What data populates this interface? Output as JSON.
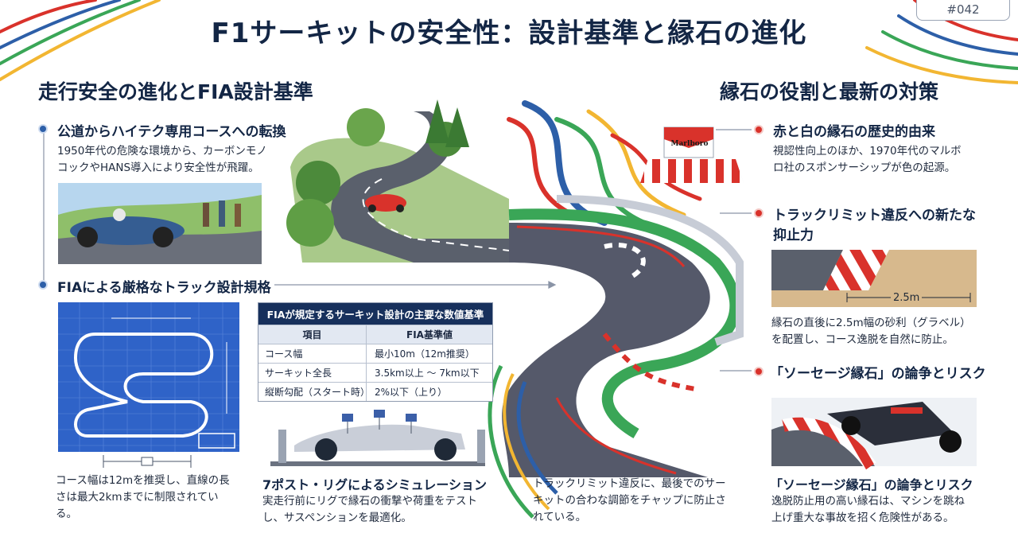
{
  "header": {
    "title": "F1サーキットの安全性：設計基準と縁石の進化",
    "badge": "#042"
  },
  "left": {
    "heading": "走行安全の進化とFIA設計基準",
    "item1": {
      "title": "公道からハイテク専用コースへの転換",
      "text1": "1950年代の危険な環境から、カーボンモノ",
      "text2": "コックやHANS導入により安全性が飛躍。"
    },
    "item2": {
      "title": "FIAによる厳格なトラック設計規格"
    },
    "blueprint_caption": {
      "line1": "コース幅は12mを推奨し、直線の長",
      "line2": "さは最大2kmまでに制限されてい",
      "line3": "る。"
    },
    "table": {
      "caption": "FIAが規定するサーキット設計の主要な数値基準",
      "head": [
        "項目",
        "FIA基準値"
      ],
      "rows": [
        [
          "コース幅",
          "最小10m（12m推奨）"
        ],
        [
          "サーキット全長",
          "3.5km以上 ～ 7km以下"
        ],
        [
          "縦断勾配（スタート時）",
          "2%以下（上り）"
        ]
      ]
    },
    "rig": {
      "title": "7ポスト・リグによるシミュレーション",
      "line1": "実走行前にリグで縁石の衝撃や荷重をテスト",
      "line2": "し、サスペンションを最適化。"
    }
  },
  "center": {
    "caption": {
      "line1": "トラックリミット違反に、最後でのサー",
      "line2": "キットの合わな調節をチャップに防止さ",
      "line3": "れている。"
    }
  },
  "right": {
    "heading": "縁石の役割と最新の対策",
    "brand_sign": "Marlboro",
    "item1": {
      "title": "赤と白の縁石の歴史的由来",
      "text1": "視認性向上のほか、1970年代のマルボ",
      "text2": "ロ社のスポンサーシップが色の起源。"
    },
    "item2": {
      "title1": "トラックリミット違反への新たな",
      "title2": "抑止力",
      "measure": "2.5m",
      "text1": "縁石の直後に2.5m幅の砂利（グラベル）",
      "text2": "を配置し、コース逸脱を自然に防止。"
    },
    "item3": {
      "title": "「ソーセージ縁石」の論争とリスク"
    },
    "item4": {
      "title": "「ソーセージ縁石」の論争とリスク",
      "text1": "逸脱防止用の高い縁石は、マシンを跳ね",
      "text2": "上げ重大な事故を招く危険性がある。"
    }
  },
  "colors": {
    "navy": "#132645",
    "accent_blue": "#2d5fa8",
    "curb_red": "#d9322b",
    "grass_green": "#3aa657",
    "asphalt": "#4b5160"
  }
}
